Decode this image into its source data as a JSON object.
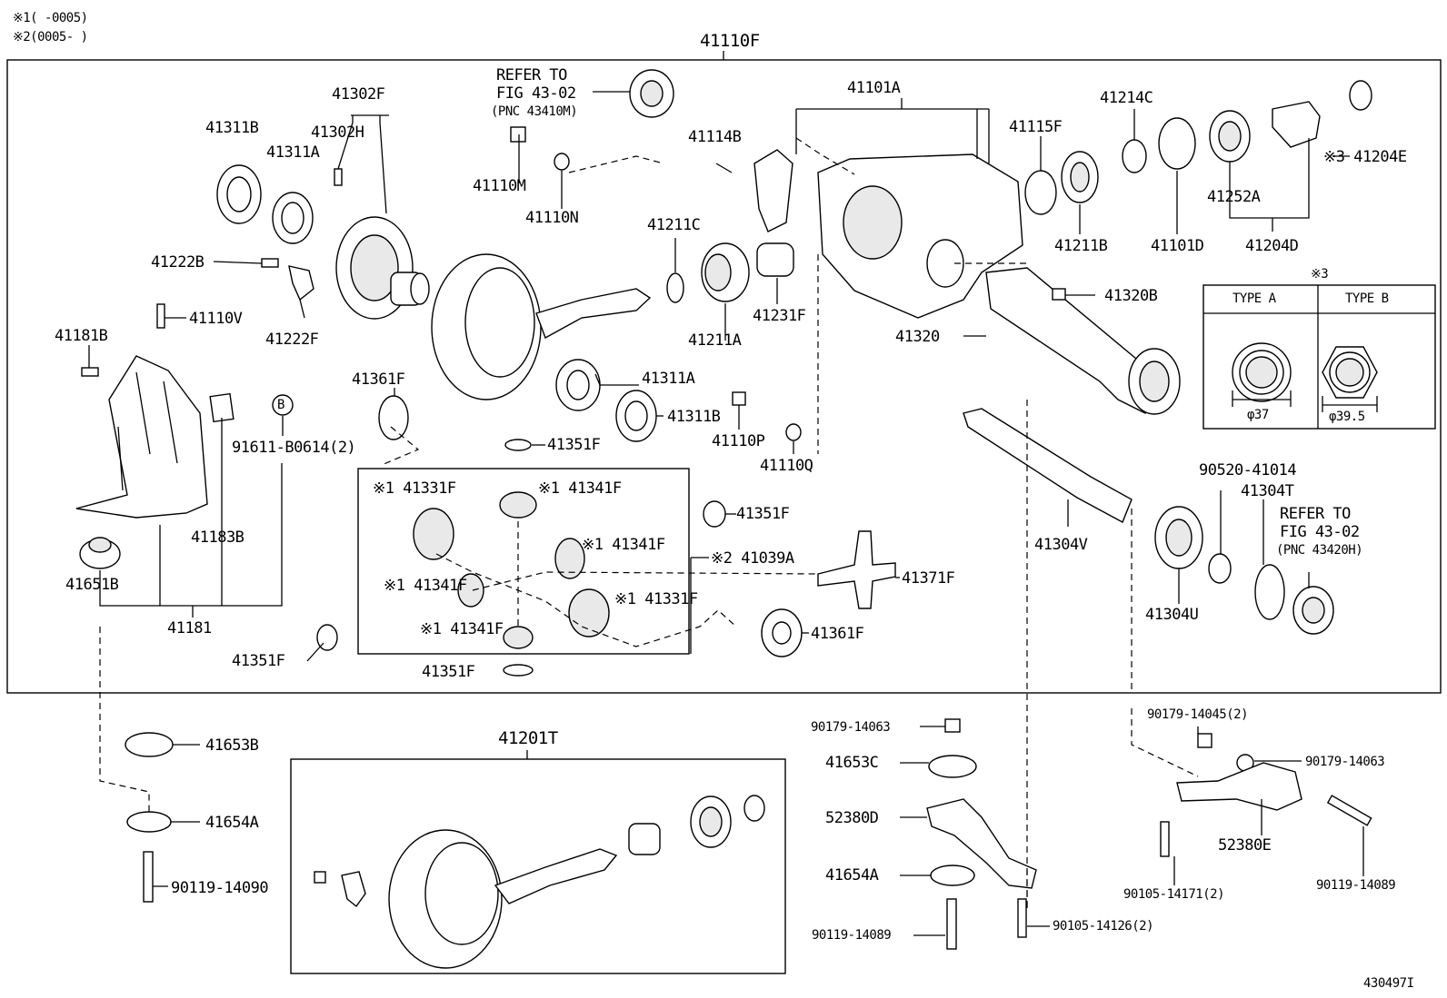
{
  "notes": {
    "note1": "※1(    -0005)",
    "note2": "※2(0005-    )"
  },
  "assembly_title": "41110F",
  "lower_title": "41201T",
  "figure_id": "430497I",
  "refer1": {
    "l1": "REFER TO",
    "l2": "FIG 43-02",
    "l3": "(PNC 43410M)"
  },
  "refer2": {
    "l1": "REFER TO",
    "l2": "FIG 43-02",
    "l3": "(PNC 43420H)"
  },
  "type_table": {
    "title": "※3",
    "col_a": "TYPE A",
    "col_b": "TYPE B",
    "dim_a": "φ37",
    "dim_b": "φ39.5"
  },
  "callout_b": "B",
  "parts": [
    "41302F",
    "41311B",
    "41302H",
    "41311A",
    "41222B",
    "41222F",
    "41110V",
    "41181B",
    "41361F",
    "91611-B0614(2)",
    "41183B",
    "41651B",
    "41181",
    "41351F",
    "41110M",
    "41110N",
    "41114B",
    "41211C",
    "41211A",
    "41231F",
    "41311A",
    "41311B",
    "41110P",
    "41110Q",
    "41351F",
    "41101A",
    "41115F",
    "41214C",
    "41211B",
    "41101D",
    "41252A",
    "41204D",
    "※3 41204E",
    "41320B",
    "41320",
    "41304V",
    "90520-41014",
    "41304T",
    "41304U",
    "※1 41331F",
    "※1 41341F",
    "※1 41341F",
    "※1 41341F",
    "※1 41341F",
    "※1 41331F",
    "41351F",
    "41351F",
    "※2 41039A",
    "41371F",
    "41361F",
    "41653B",
    "41654A",
    "90119-14090",
    "90179-14063",
    "41653C",
    "52380D",
    "41654A",
    "90119-14089",
    "90105-14126(2)",
    "90179-14045(2)",
    "90179-14063",
    "52380E",
    "90105-14171(2)",
    "90119-14089"
  ]
}
